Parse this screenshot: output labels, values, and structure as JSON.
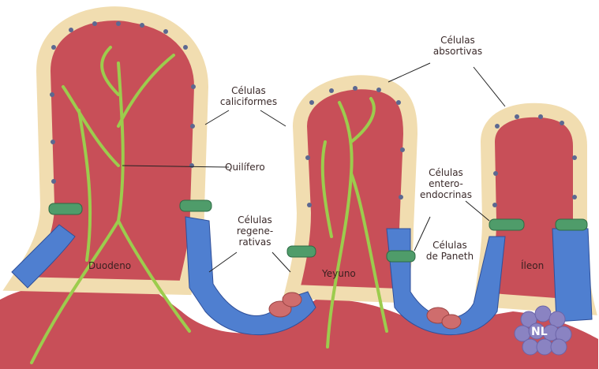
{
  "labels": {
    "absorptive": "Células\nabsortivas",
    "goblet": "Células\ncaliciformes",
    "lacteal": "Quilífero",
    "enteroendocrine": "Células\nentero-\nendocrinas",
    "regenerative": "Células\nregene-\nrativas",
    "paneth": "Células\nde Paneth"
  },
  "segments": {
    "duodenum": "Duodeno",
    "jejunum": "Yeyuno",
    "ileum": "Íleon"
  },
  "nodule_label": "NL",
  "colors": {
    "lamina": "#c84f58",
    "lamina_dark": "#b03e48",
    "absorptive": "#f3dcb8",
    "goblet": "#f6d7c2",
    "regenerative": "#f2c8b0",
    "enteroendocrine": "#4f9c6a",
    "paneth": "#cf6d6d",
    "crypt": "#4f7fd0",
    "nucleus": "#5c6891",
    "lacteal": "#9ccc4d",
    "nodule": "#8a83c2"
  }
}
